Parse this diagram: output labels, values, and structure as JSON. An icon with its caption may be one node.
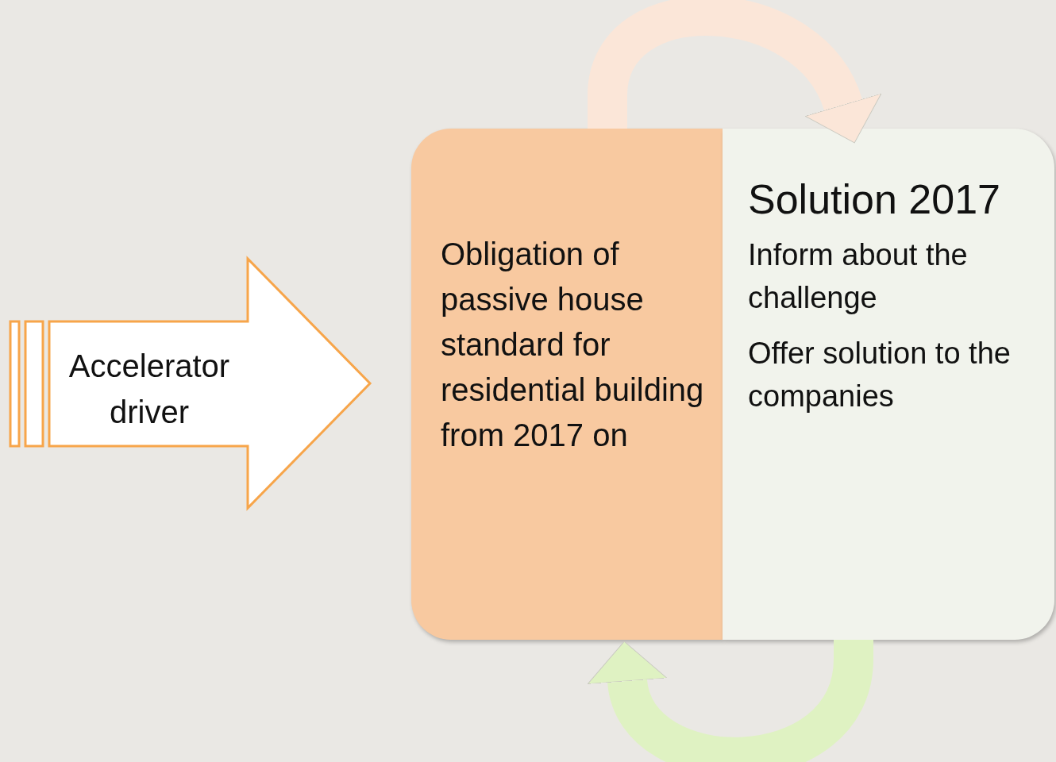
{
  "diagram": {
    "nodes": [
      {
        "text": [
          "Accelerator driver"
        ]
      },
      {
        "text": [
          "Obligation of passive house standard for residential building from 2017 on"
        ]
      },
      {
        "text": [
          "Solution 2017",
          "Inform about the challenge",
          "Offer solution to the companies"
        ]
      }
    ],
    "edges": [
      {
        "from": 1,
        "to": 2,
        "arrow": "to",
        "color": "#fbe6d8"
      },
      {
        "from": 2,
        "to": 1,
        "arrow": "to",
        "color": "#dff2c2"
      }
    ]
  }
}
